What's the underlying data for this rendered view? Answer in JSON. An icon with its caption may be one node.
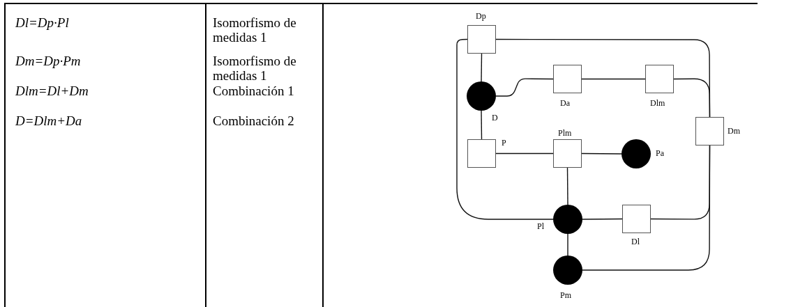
{
  "diagram": {
    "nodes": [
      {
        "text": [
          "Dp"
        ]
      },
      {
        "text": [
          "D"
        ]
      },
      {
        "text": [
          "Da"
        ]
      },
      {
        "text": [
          "Dlm"
        ]
      },
      {
        "text": [
          "Dm"
        ]
      },
      {
        "text": [
          "P"
        ]
      },
      {
        "text": [
          "Plm"
        ]
      },
      {
        "text": [
          "Pa"
        ]
      },
      {
        "text": [
          "Pl"
        ]
      },
      {
        "text": [
          "Dl"
        ]
      },
      {
        "text": [
          "Pm"
        ]
      }
    ],
    "edges": [
      {
        "from": 0,
        "to": 1,
        "arrow": "none"
      },
      {
        "from": 1,
        "to": 2,
        "arrow": "none"
      },
      {
        "from": 2,
        "to": 3,
        "arrow": "none"
      },
      {
        "from": 3,
        "to": 4,
        "arrow": "none"
      },
      {
        "from": 0,
        "to": 4,
        "arrow": "none"
      },
      {
        "from": 0,
        "to": 8,
        "arrow": "none"
      },
      {
        "from": 1,
        "to": 5,
        "arrow": "none"
      },
      {
        "from": 5,
        "to": 6,
        "arrow": "none"
      },
      {
        "from": 6,
        "to": 7,
        "arrow": "none"
      },
      {
        "from": 6,
        "to": 8,
        "arrow": "none"
      },
      {
        "from": 8,
        "to": 9,
        "arrow": "none"
      },
      {
        "from": 9,
        "to": 4,
        "arrow": "none"
      },
      {
        "from": 8,
        "to": 10,
        "arrow": "none"
      },
      {
        "from": 10,
        "to": 4,
        "arrow": "none"
      }
    ],
    "labels": [
      "Dl=Dp·Pl",
      "Isomorfismo de medidas 1",
      "Dm=Dp·Pm",
      "Isomorfismo de medidas 1",
      "Dlm=Dl+Dm",
      "Combinación 1",
      "D=Dlm+Da",
      "Combinación 2"
    ]
  }
}
